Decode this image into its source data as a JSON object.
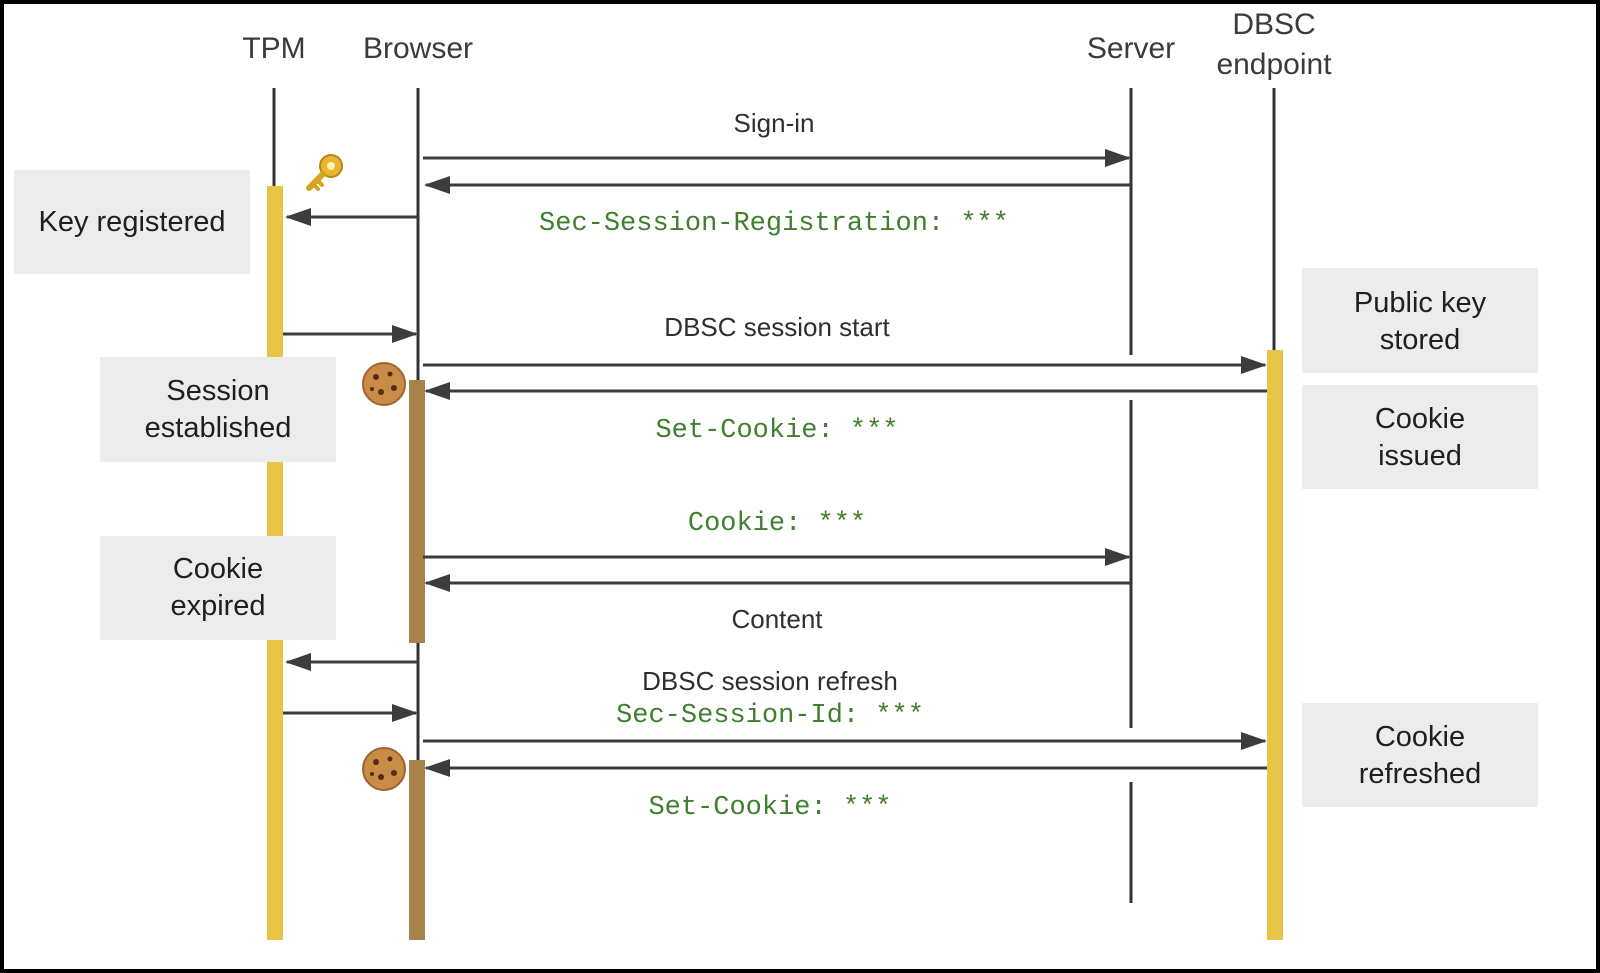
{
  "actors": {
    "tpm": "TPM",
    "browser": "Browser",
    "server": "Server",
    "dbsc_line1": "DBSC",
    "dbsc_line2": "endpoint"
  },
  "messages": {
    "sign_in": "Sign-in",
    "session_registration": "Sec-Session-Registration: ***",
    "dbsc_session_start": "DBSC session start",
    "set_cookie_1": "Set-Cookie: ***",
    "cookie": "Cookie: ***",
    "content": "Content",
    "dbsc_session_refresh": "DBSC session refresh",
    "session_id": "Sec-Session-Id: ***",
    "set_cookie_2": "Set-Cookie: ***"
  },
  "notes": {
    "key_registered": "Key registered",
    "session_established_1": "Session",
    "session_established_2": "established",
    "cookie_expired_1": "Cookie",
    "cookie_expired_2": "expired",
    "public_key_stored_1": "Public key",
    "public_key_stored_2": "stored",
    "cookie_issued_1": "Cookie",
    "cookie_issued_2": "issued",
    "cookie_refreshed_1": "Cookie",
    "cookie_refreshed_2": "refreshed"
  },
  "icons": {
    "key": "key-icon",
    "cookie": "cookie-icon"
  },
  "colors": {
    "tpm_activation": "#e8c547",
    "browser_activation": "#a8824b",
    "dbsc_activation": "#e8c547",
    "note_bg": "#ececec",
    "code_text": "#3f7f2e"
  }
}
